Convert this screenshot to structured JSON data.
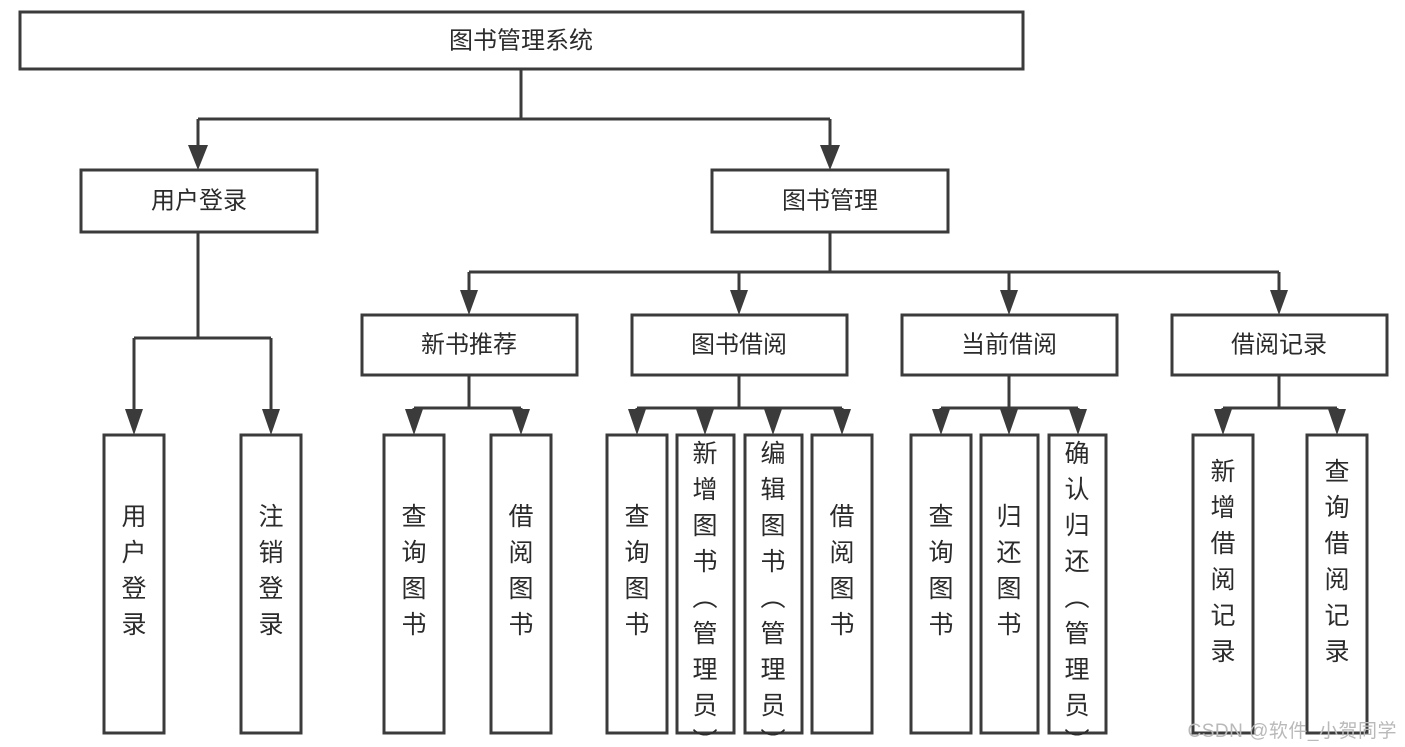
{
  "diagram": {
    "type": "tree-hierarchy-chart",
    "title": "图书管理系统",
    "watermark": "CSDN @软件_小贺同学",
    "colors": {
      "stroke": "#3b3b3b",
      "fill": "#ffffff",
      "text": "#2b2b2b",
      "watermark": "#b9b9b9"
    },
    "levels": {
      "root": {
        "label": "图书管理系统"
      },
      "level2": [
        {
          "id": "user-login",
          "label": "用户登录"
        },
        {
          "id": "book-management",
          "label": "图书管理"
        }
      ],
      "level3": [
        {
          "id": "new-book-recommend",
          "label": "新书推荐",
          "parent": "book-management"
        },
        {
          "id": "book-borrow",
          "label": "图书借阅",
          "parent": "book-management"
        },
        {
          "id": "current-borrow",
          "label": "当前借阅",
          "parent": "book-management"
        },
        {
          "id": "borrow-record",
          "label": "借阅记录",
          "parent": "book-management"
        }
      ],
      "leaves": [
        {
          "id": "leaf-user-login",
          "label": "用户登录",
          "parent": "user-login"
        },
        {
          "id": "leaf-logout",
          "label": "注销登录",
          "parent": "user-login"
        },
        {
          "id": "leaf-query-book-1",
          "label": "查询图书",
          "parent": "new-book-recommend"
        },
        {
          "id": "leaf-borrow-book-1",
          "label": "借阅图书",
          "parent": "new-book-recommend"
        },
        {
          "id": "leaf-query-book-2",
          "label": "查询图书",
          "parent": "book-borrow"
        },
        {
          "id": "leaf-add-book",
          "label": "新增图书（管理员）",
          "parent": "book-borrow"
        },
        {
          "id": "leaf-edit-book",
          "label": "编辑图书（管理员）",
          "parent": "book-borrow"
        },
        {
          "id": "leaf-borrow-book-2",
          "label": "借阅图书",
          "parent": "book-borrow"
        },
        {
          "id": "leaf-query-book-3",
          "label": "查询图书",
          "parent": "current-borrow"
        },
        {
          "id": "leaf-return-book",
          "label": "归还图书",
          "parent": "current-borrow"
        },
        {
          "id": "leaf-confirm-return",
          "label": "确认归还（管理员）",
          "parent": "current-borrow"
        },
        {
          "id": "leaf-add-record",
          "label": "新增借阅记录",
          "parent": "borrow-record"
        },
        {
          "id": "leaf-query-record",
          "label": "查询借阅记录",
          "parent": "borrow-record"
        }
      ]
    }
  }
}
